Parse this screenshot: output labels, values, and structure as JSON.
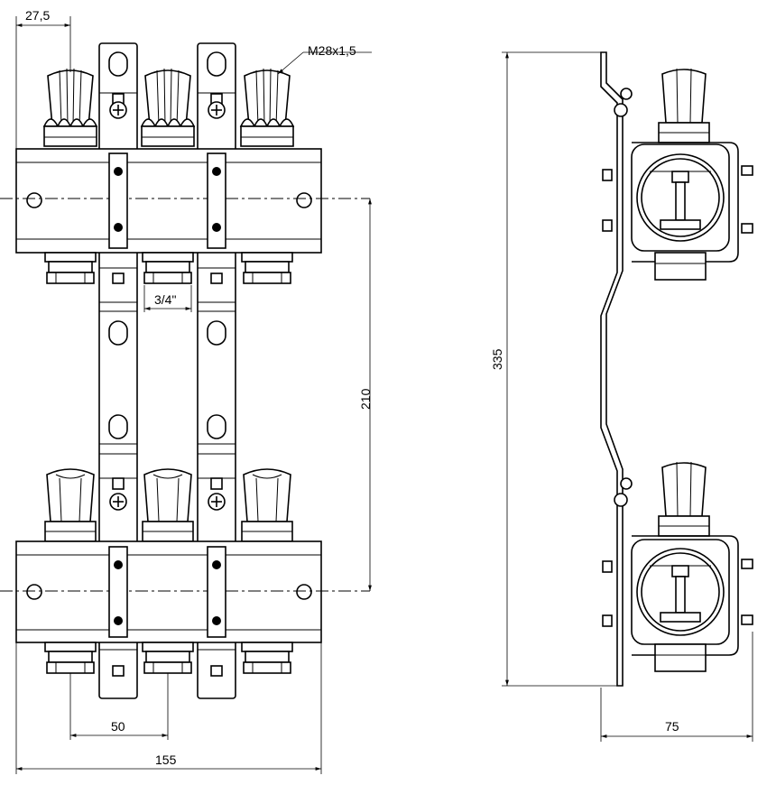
{
  "dimensions": {
    "offset_label": "27,5",
    "thread_label": "M28x1,5",
    "pipe_label": "3/4\"",
    "height_label": "210",
    "total_height_label": "335",
    "pitch_label": "50",
    "width_label": "155",
    "depth_label": "75"
  }
}
